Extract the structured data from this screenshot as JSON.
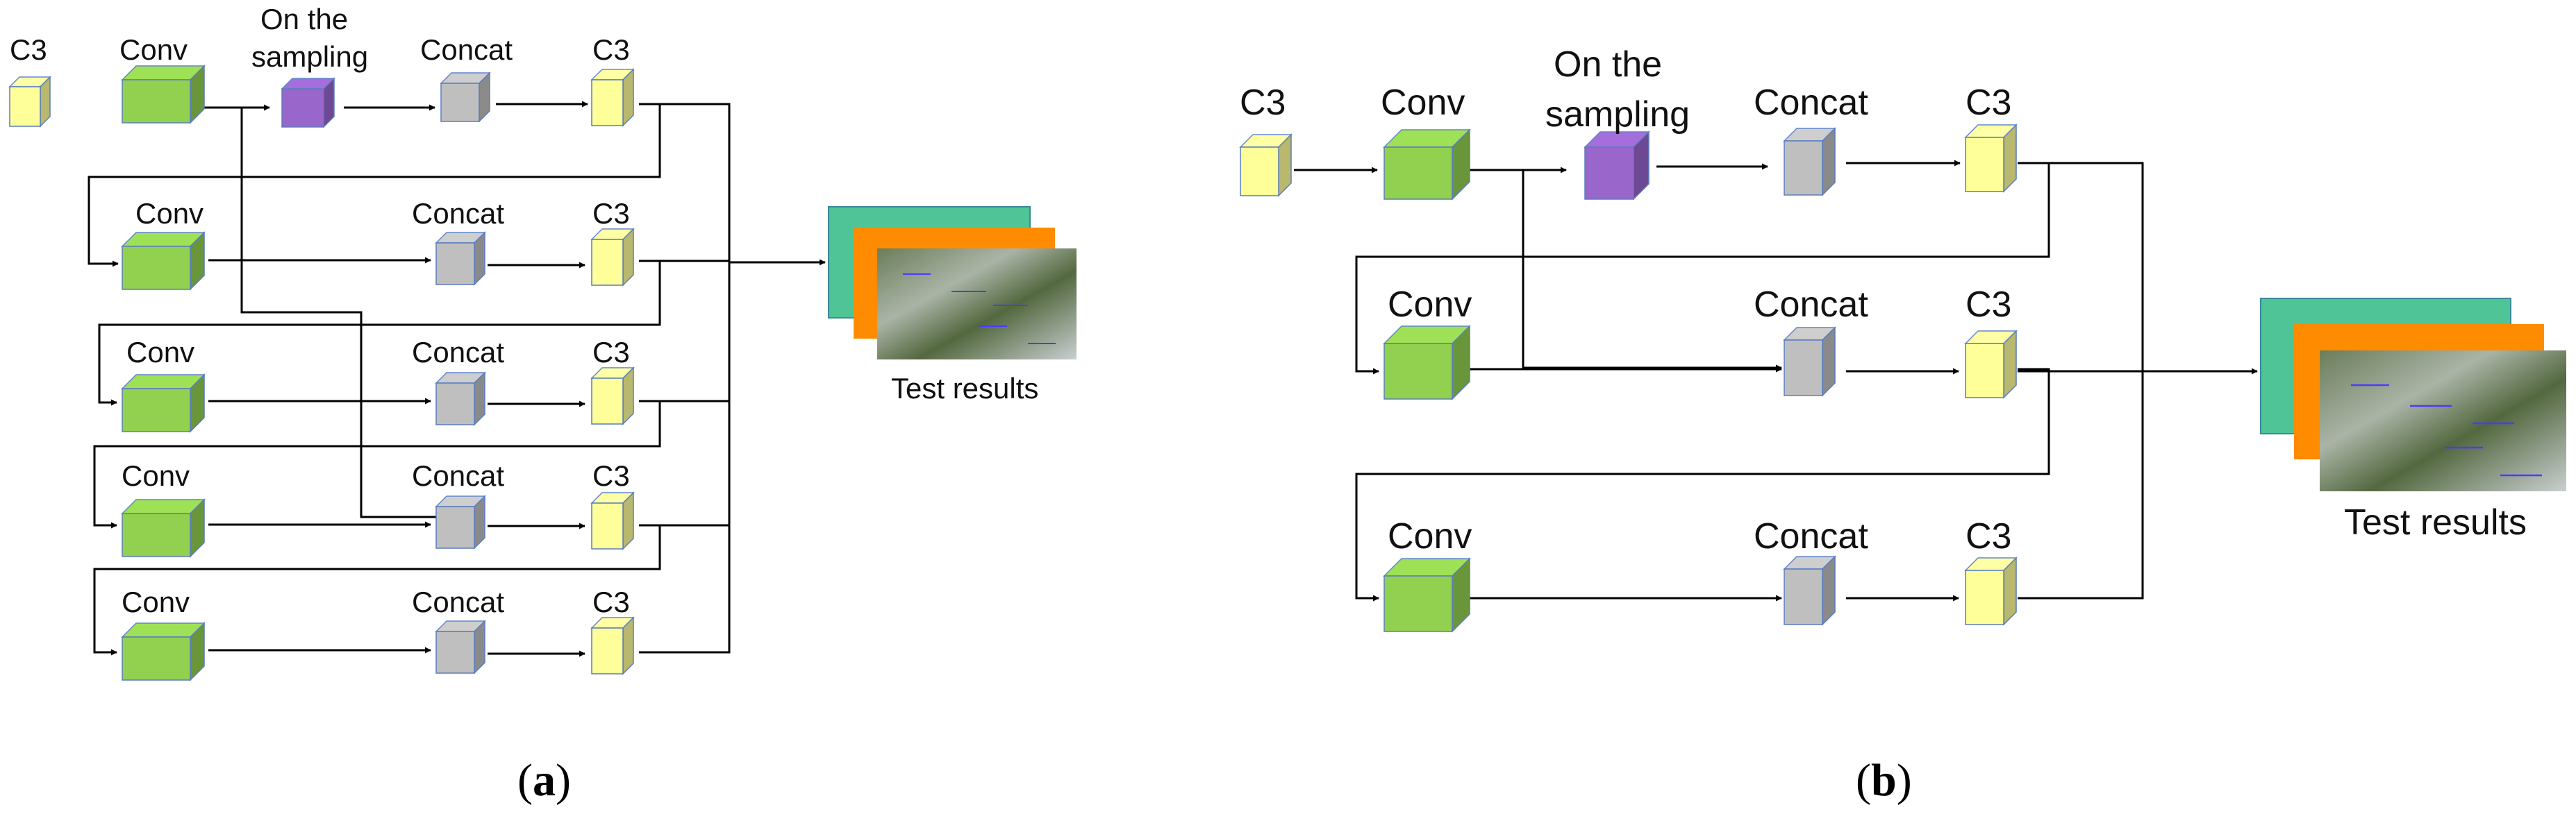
{
  "colors": {
    "c3": "#ffff99",
    "conv": "#92d050",
    "sampling": "#9966cc",
    "concat": "#bfbfbf",
    "result_back": "#4fc496",
    "result_mid": "#ff8c00",
    "line": "#000000"
  },
  "panel_a": {
    "caption_letter": "a",
    "labels": {
      "c3": "C3",
      "conv": "Conv",
      "sampling_line1": "On the",
      "sampling_line2": "sampling",
      "concat": "Concat",
      "test_results": "Test results"
    }
  },
  "panel_b": {
    "caption_letter": "b",
    "labels": {
      "c3": "C3",
      "conv": "Conv",
      "sampling_line1": "On the",
      "sampling_line2": "sampling",
      "concat": "Concat",
      "test_results": "Test results"
    }
  }
}
